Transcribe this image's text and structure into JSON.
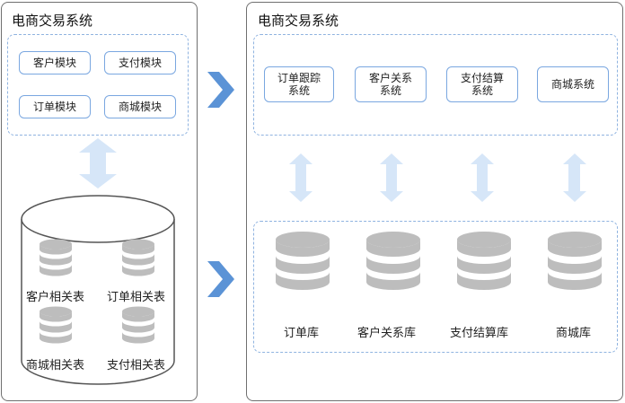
{
  "left": {
    "title": "电商交易系统",
    "modules": [
      "客户模块",
      "支付模块",
      "订单模块",
      "商城模块"
    ],
    "tables": [
      "客户相关表",
      "订单相关表",
      "商城相关表",
      "支付相关表"
    ]
  },
  "right": {
    "title": "电商交易系统",
    "systems": [
      "订单跟踪系统",
      "客户关系系统",
      "支付结算系统",
      "商城系统"
    ],
    "databases": [
      "订单库",
      "客户关系库",
      "支付结算库",
      "商城库"
    ]
  },
  "colors": {
    "module_border": "#7aa7e0",
    "dashed_border": "#8fb3e0",
    "arrow_fill": "#d6e6f8",
    "chevron": "#5b93d6",
    "db_icon": "#bdbdbd",
    "panel_border": "#6f6f6f"
  }
}
